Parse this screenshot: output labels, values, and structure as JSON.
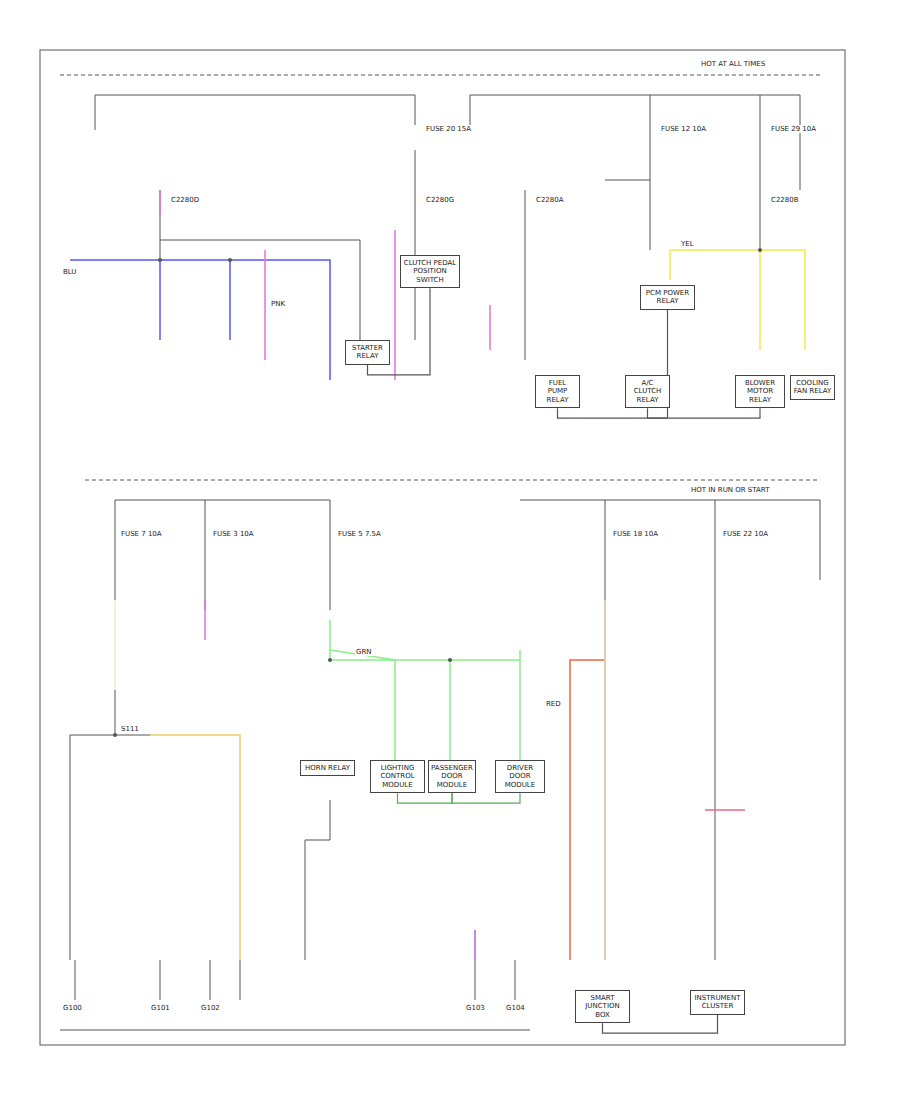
{
  "diagram": {
    "nodes": [
      {
        "text": [
          "STARTER RELAY"
        ]
      },
      {
        "text": [
          "CLUTCH PEDAL POSITION SWITCH"
        ]
      },
      {
        "text": [
          "FUEL PUMP RELAY"
        ]
      },
      {
        "text": [
          "PCM POWER RELAY"
        ]
      },
      {
        "text": [
          "A/C CLUTCH RELAY"
        ]
      },
      {
        "text": [
          "BLOWER MOTOR RELAY"
        ]
      },
      {
        "text": [
          "COOLING FAN RELAY"
        ]
      },
      {
        "text": [
          "HORN RELAY"
        ]
      },
      {
        "text": [
          "LIGHTING CONTROL MODULE"
        ]
      },
      {
        "text": [
          "PASSENGER DOOR MODULE"
        ]
      },
      {
        "text": [
          "DRIVER DOOR MODULE"
        ]
      },
      {
        "text": [
          "SMART JUNCTION BOX"
        ]
      },
      {
        "text": [
          "INSTRUMENT CLUSTER"
        ]
      }
    ],
    "edges": [
      {
        "from": 0,
        "to": 1,
        "arrow": "none"
      },
      {
        "from": 2,
        "to": 3,
        "arrow": "none"
      },
      {
        "from": 4,
        "to": 5,
        "arrow": "none"
      },
      {
        "from": 8,
        "to": 9,
        "arrow": "none"
      },
      {
        "from": 9,
        "to": 10,
        "arrow": "none"
      },
      {
        "from": 11,
        "to": 12,
        "arrow": "none"
      }
    ],
    "labels": [
      "HOT AT ALL TIMES",
      "FUSE 20 15A",
      "FUSE 12 10A",
      "FUSE 29 10A",
      "C2280D",
      "C2280G",
      "C2280A",
      "C2280B",
      "BLU",
      "PNK",
      "YEL",
      "HOT IN RUN OR START",
      "FUSE 3 10A",
      "FUSE 5 7.5A",
      "FUSE 7 10A",
      "FUSE 18 10A",
      "FUSE 22 10A",
      "S111",
      "GRN",
      "RED",
      "G100",
      "G101",
      "G102",
      "G103",
      "G104"
    ]
  }
}
